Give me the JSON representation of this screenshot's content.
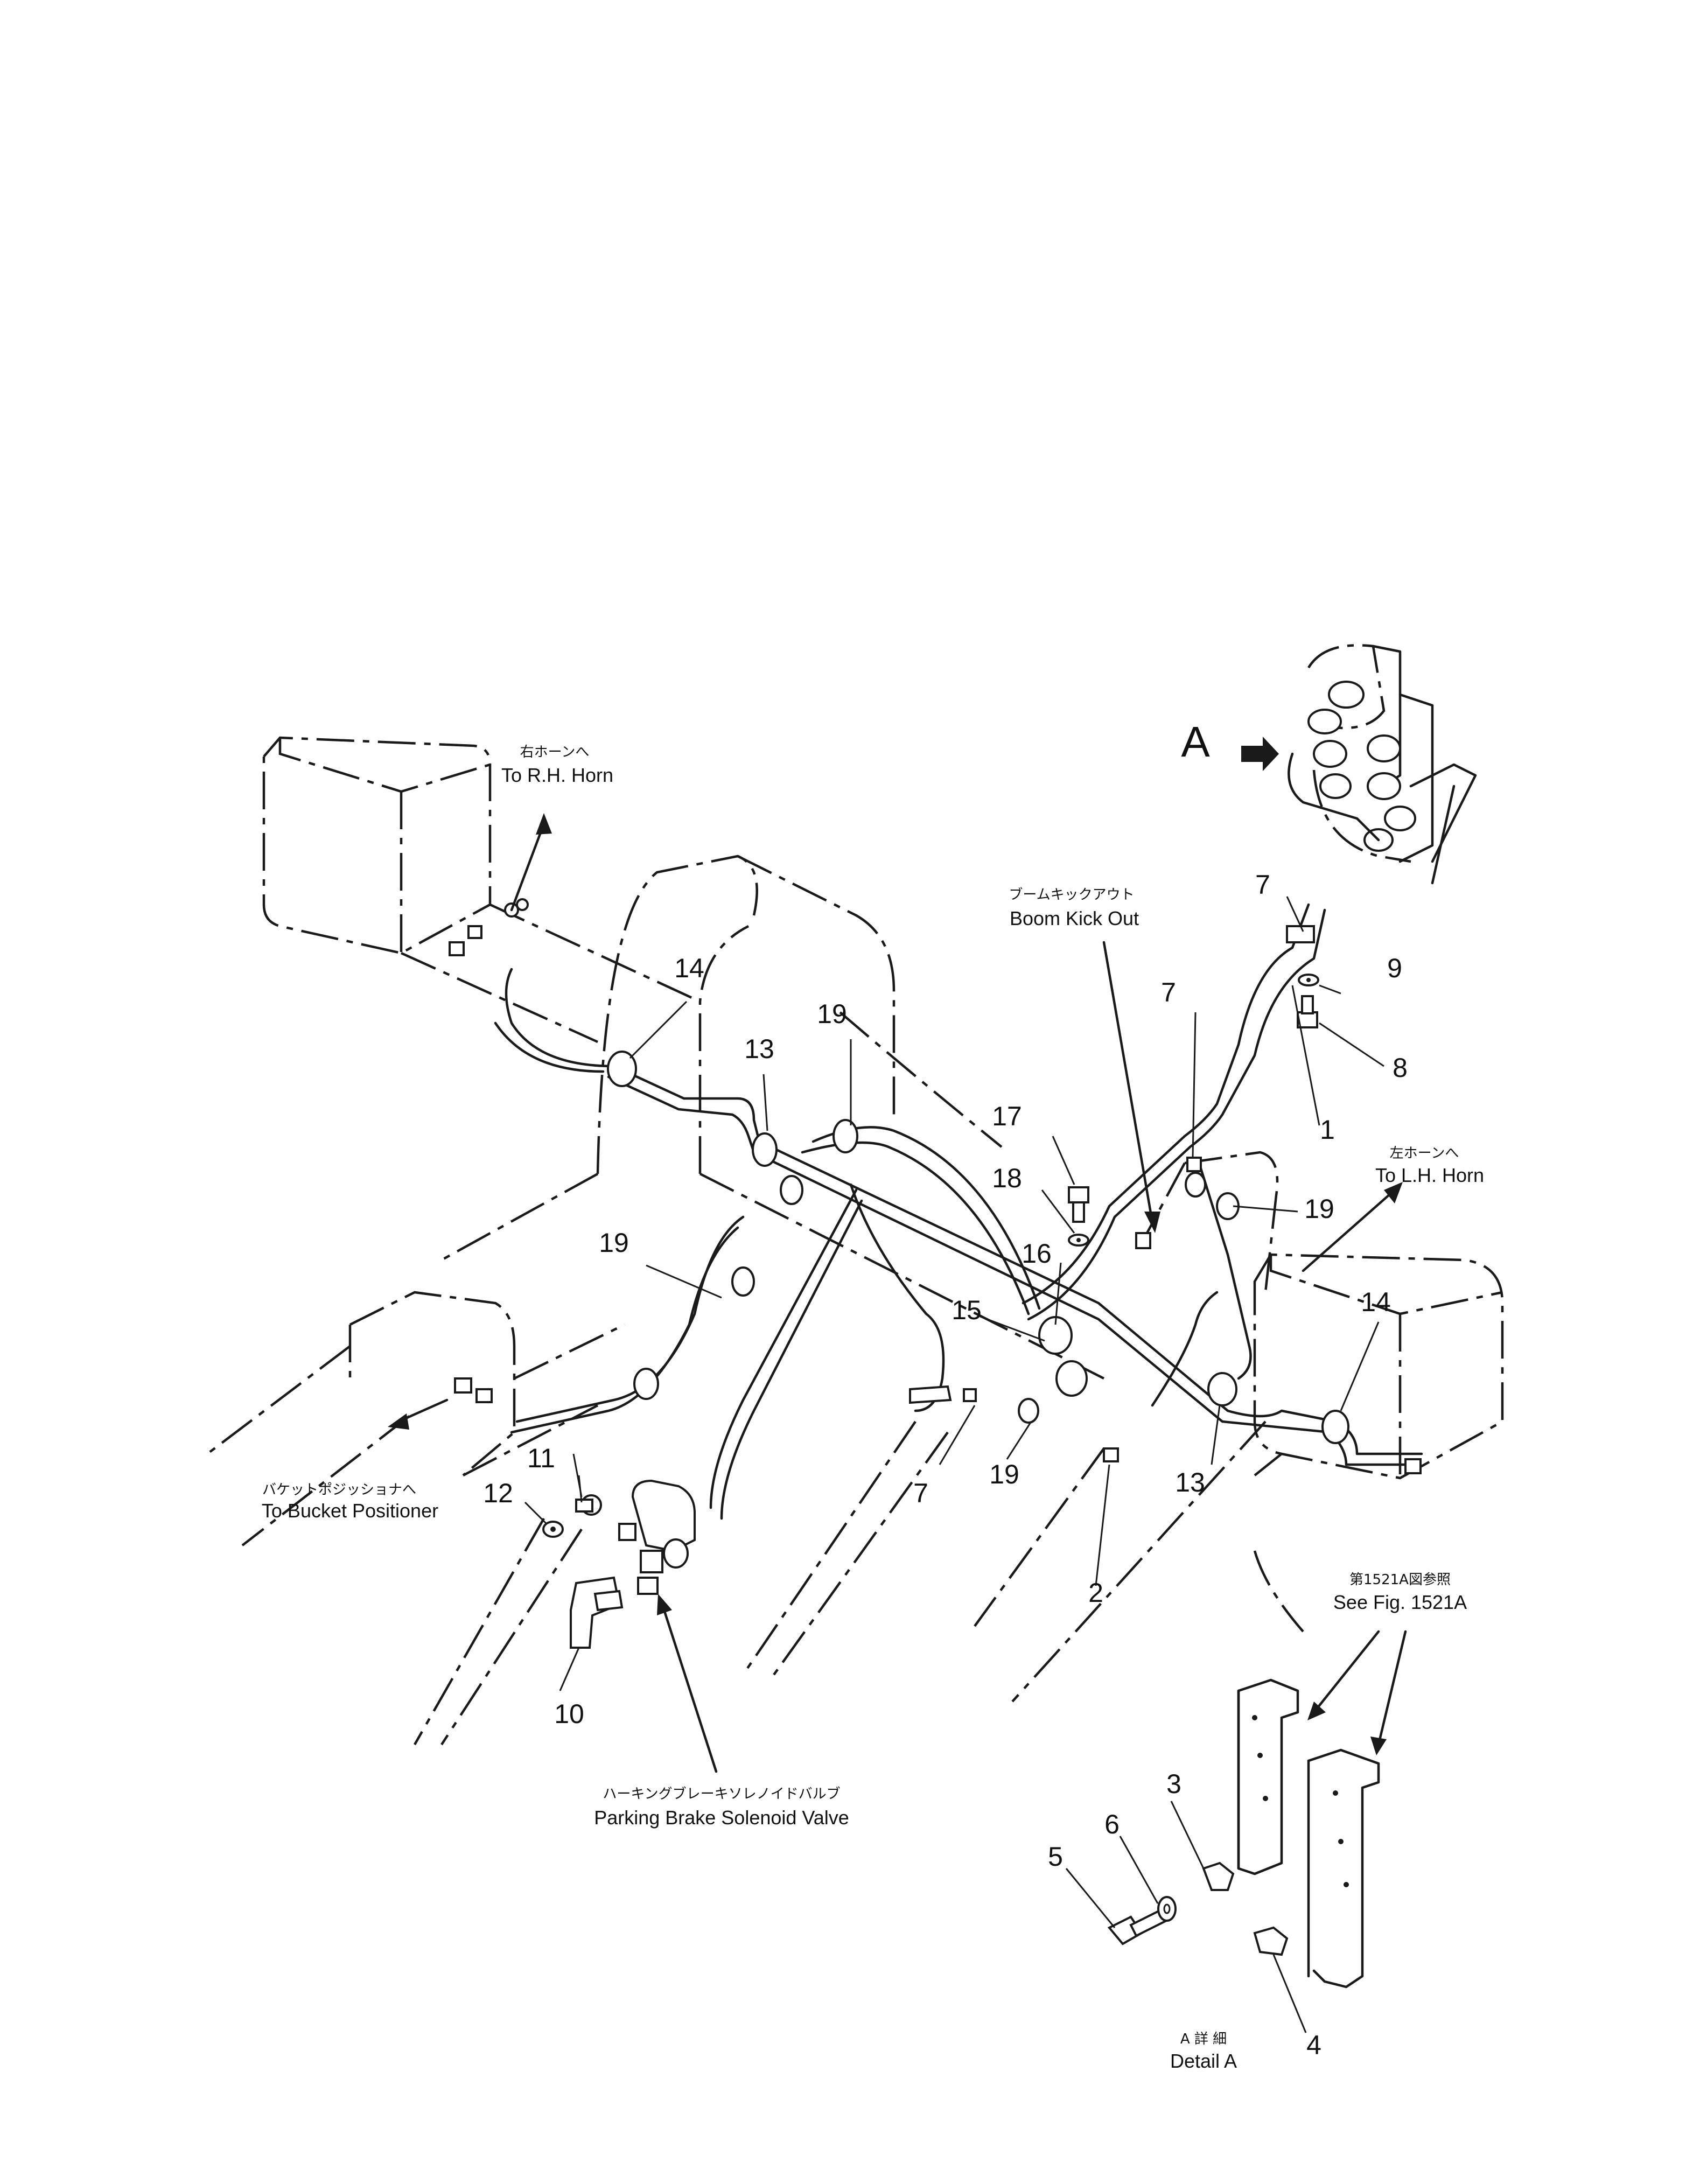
{
  "view_marker": "A",
  "labels": {
    "rh_horn_jp": "右ホーンへ",
    "rh_horn_en": "To R.H. Horn",
    "lh_horn_jp": "左ホーンへ",
    "lh_horn_en": "To L.H. Horn",
    "boom_kick_out_jp": "ブームキックアウト",
    "boom_kick_out_en": "Boom Kick Out",
    "bucket_positioner_jp": "バケットポジッショナへ",
    "bucket_positioner_en": "To Bucket Positioner",
    "parking_brake_jp": "ハーキングブレーキソレノイドバルブ",
    "parking_brake_en": "Parking Brake Solenoid Valve",
    "see_fig_jp": "第1521A図参照",
    "see_fig_en": "See Fig. 1521A",
    "detail_jp": "A 詳 細",
    "detail_en": "Detail A"
  },
  "callouts": [
    "1",
    "2",
    "3",
    "4",
    "5",
    "6",
    "7",
    "8",
    "9",
    "10",
    "11",
    "12",
    "13",
    "14",
    "15",
    "16",
    "17",
    "18",
    "19"
  ]
}
